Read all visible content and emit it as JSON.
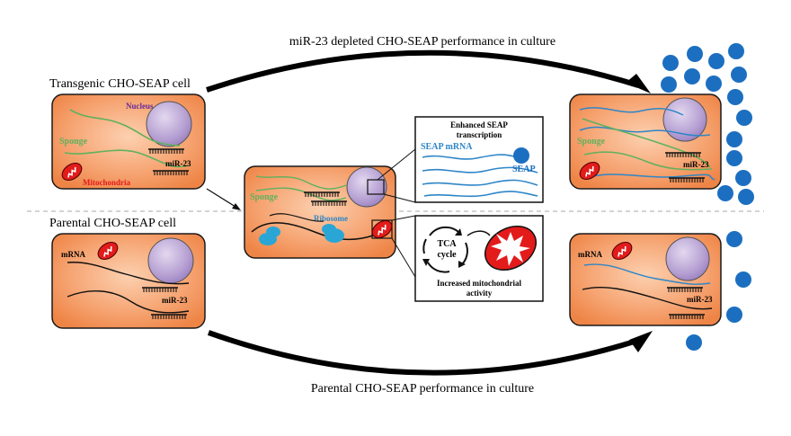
{
  "top_arrow_label": "miR-23 depleted CHO-SEAP performance in culture",
  "bottom_arrow_label": "Parental CHO-SEAP performance in culture",
  "transgenic_cell_label": "Transgenic CHO-SEAP cell",
  "parental_cell_label": "Parental CHO-SEAP cell",
  "labels": {
    "nucleus": "Nucleus",
    "sponge": "Sponge",
    "mir23": "miR-23",
    "mitochondria": "Mitochondria",
    "mrna": "mRNA",
    "ribosome": "Ribosome",
    "seap_mrna": "SEAP mRNA",
    "seap": "SEAP",
    "tca_line1": "TCA",
    "tca_line2": "cycle"
  },
  "enhanced_box": {
    "line1": "Enhanced SEAP",
    "line2": "transcription"
  },
  "mito_box": {
    "line1": "Increased mitochondrial",
    "line2": "activity"
  },
  "colors": {
    "cell_fill_light": "#fbc29a",
    "cell_fill_dark": "#f0894f",
    "cell_border": "#1a1a1a",
    "nucleus": "#b09acc",
    "sponge_green": "#5fb15d",
    "mrna_blue": "#2e86c7",
    "seap_blue": "#1c6fc0",
    "mito_red": "#e31b1b",
    "ribosome": "#2aa6d6",
    "nucleus_label": "#6a2a95",
    "dashed_line": "#999999"
  },
  "icons": [
    "nucleus-icon",
    "mitochondria-icon",
    "ribosome-icon",
    "seap-protein-icon",
    "tca-cycle-icon",
    "mir23-icon"
  ]
}
